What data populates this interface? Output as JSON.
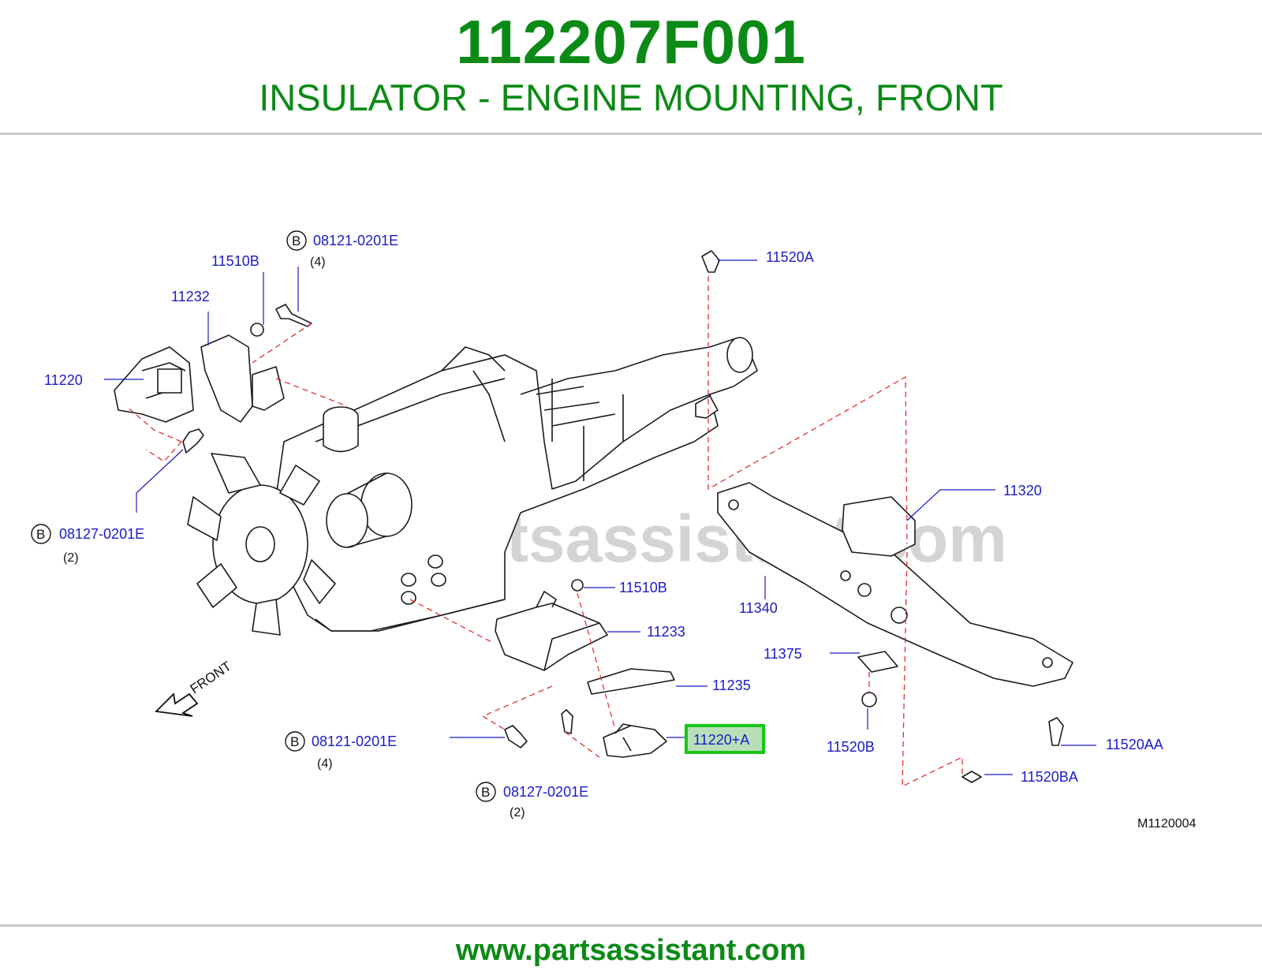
{
  "header": {
    "part_number": "112207F001",
    "part_name": "INSULATOR - ENGINE MOUNTING, FRONT"
  },
  "watermark": "www.partsassistant.com",
  "diagram": {
    "callouts": {
      "c_08121_top": "08121-0201E",
      "c_08121_top_qty": "(4)",
      "c_11510b_top": "11510B",
      "c_11232": "11232",
      "c_11220": "11220",
      "c_08127_left": "08127-0201E",
      "c_08127_left_qty": "(2)",
      "c_11520a": "11520A",
      "c_11320": "11320",
      "c_11340": "11340",
      "c_11510b_mid": "11510B",
      "c_11233": "11233",
      "c_11375": "11375",
      "c_11235": "11235",
      "c_08121_bottom": "08121-0201E",
      "c_08121_bottom_qty": "(4)",
      "c_11220a": "11220+A",
      "c_11520b": "11520B",
      "c_11520aa": "11520AA",
      "c_08127_bottom": "08127-0201E",
      "c_08127_bottom_qty": "(2)",
      "c_11520ba": "11520BA"
    },
    "b_marker": "B",
    "front_label": "FRONT",
    "figure_code": "M1120004",
    "highlighted_part": "11220+A",
    "highlight_color": "#19c519",
    "label_color": "#1a1ac8",
    "leader_dash_color": "#e03030"
  },
  "footer": {
    "site": "www.partsassistant.com"
  },
  "colors": {
    "brand_green": "#0c8a16",
    "rule_gray": "#c8c8c8"
  }
}
